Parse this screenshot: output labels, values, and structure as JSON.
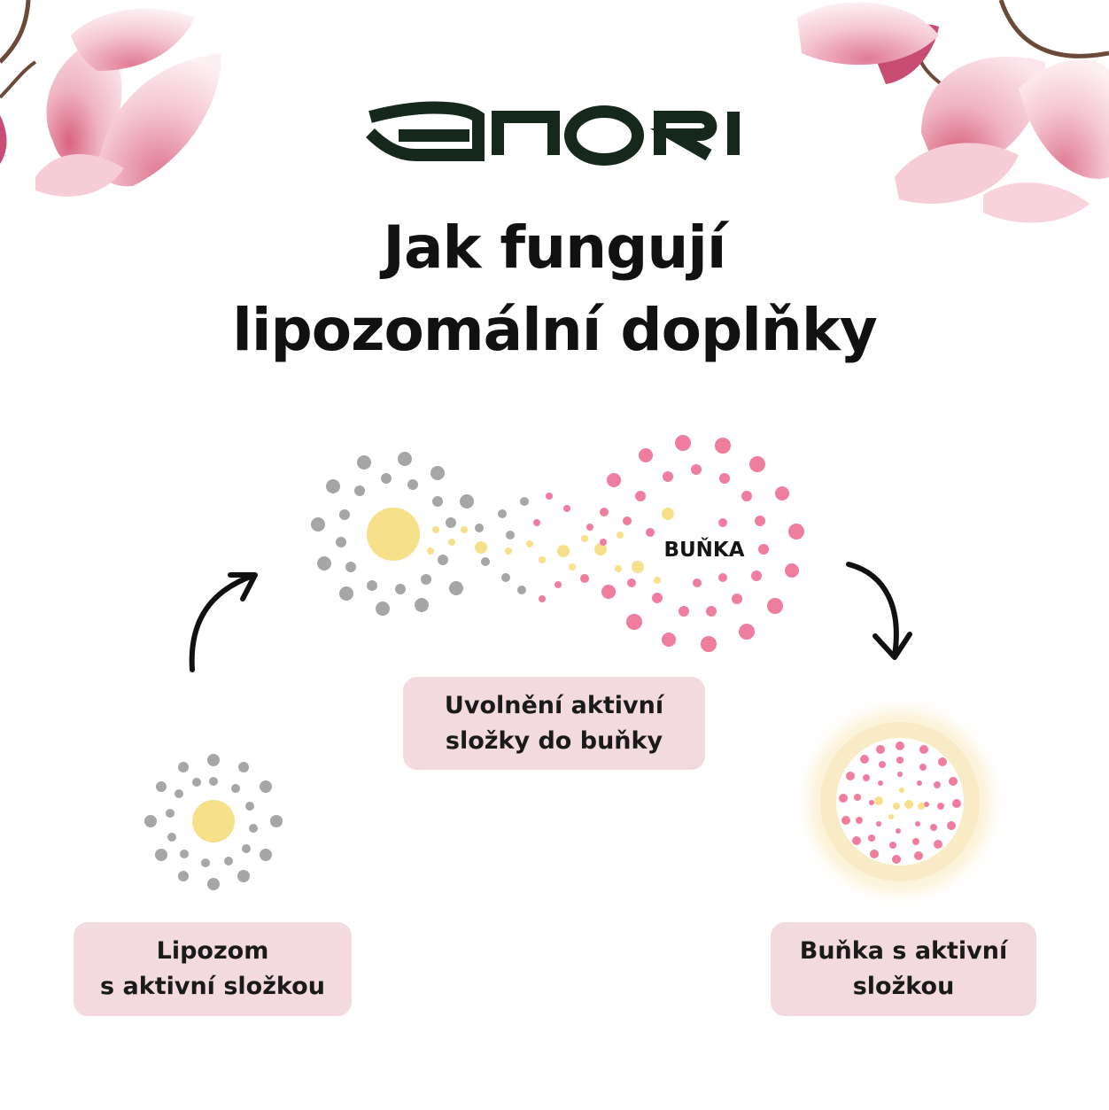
{
  "brand": {
    "logo_text": "ENORI"
  },
  "title": {
    "line1": "Jak fungují",
    "line2": "lipozomální doplňky"
  },
  "diagram": {
    "cell_label": "BUŇKA",
    "release_label": {
      "line1": "Uvolnění aktivní",
      "line2": "složky do buňky"
    },
    "liposome_label": {
      "line1": "Lipozom",
      "line2": "s aktivní složkou"
    },
    "result_label": {
      "line1": "Buňka s aktivní",
      "line2": "složkou"
    }
  },
  "colors": {
    "lipid_gray": "#a6a6a6",
    "active_yellow": "#f6e08a",
    "cell_pink": "#ee7d9e",
    "label_bg": "#f2dadf",
    "logo_green": "#16271c",
    "arrow": "#111111",
    "flower_pink": "#f3bfcd"
  },
  "icons": [
    "magnolia-flower-icon",
    "curved-arrow-icon"
  ]
}
